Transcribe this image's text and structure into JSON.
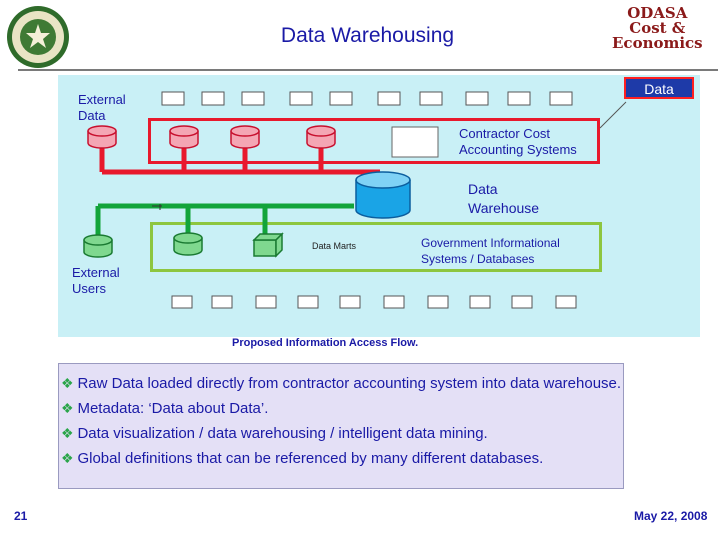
{
  "header": {
    "title": "Data Warehousing",
    "logo_right": [
      "ODASA",
      "Cost &",
      "Economics"
    ]
  },
  "diagram": {
    "external_data": [
      "External",
      "Data"
    ],
    "contractor": [
      "Contractor Cost",
      "Accounting Systems"
    ],
    "warehouse": [
      "Data",
      "Warehouse"
    ],
    "data_marts": "Data Marts",
    "government": [
      "Government Informational",
      "Systems / Databases"
    ],
    "external_users": [
      "External",
      "Users"
    ],
    "badge": "Data",
    "caption": "Proposed Information Access Flow."
  },
  "bullets": [
    "Raw Data loaded directly from contractor accounting system into data warehouse.",
    "Metadata:  ‘Data about Data’.",
    "Data visualization / data warehousing / intelligent data mining.",
    "Global definitions that can be referenced by many different databases."
  ],
  "footer": {
    "page": "21",
    "date": "May 22, 2008"
  },
  "colors": {
    "title": "#1a1aa6",
    "red_flow": "#e8192c",
    "green_flow": "#12a43a",
    "diagram_bg": "#c9f0f6",
    "bullet_bg": "#e4e0f6",
    "cylinder": "#1aa4e6"
  }
}
